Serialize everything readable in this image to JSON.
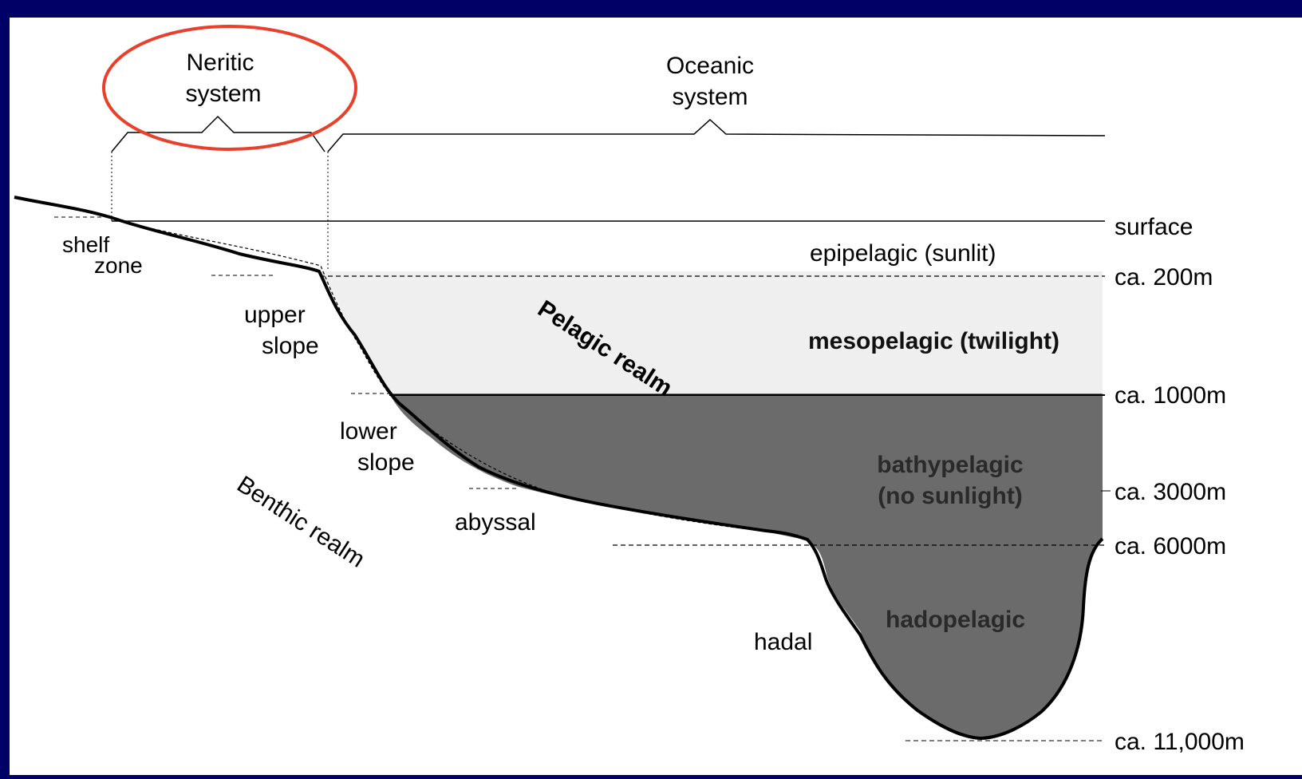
{
  "systems": {
    "neritic_line1": "Neritic",
    "neritic_line2": "system",
    "oceanic_line1": "Oceanic",
    "oceanic_line2": "system"
  },
  "realms": {
    "pelagic": "Pelagic realm",
    "benthic": "Benthic realm"
  },
  "zones": {
    "epipelagic": "epipelagic (sunlit)",
    "mesopelagic": "mesopelagic (twilight)",
    "bathypelagic_line1": "bathypelagic",
    "bathypelagic_line2": "(no sunlight)",
    "hadopelagic": "hadopelagic"
  },
  "benthic_zones": {
    "shelf_line1": "shelf",
    "shelf_line2": "zone",
    "upper_slope_line1": "upper",
    "upper_slope_line2": "slope",
    "lower_slope_line1": "lower",
    "lower_slope_line2": "slope",
    "abyssal": "abyssal",
    "hadal": "hadal"
  },
  "depths": {
    "surface": "surface",
    "d200": "ca. 200m",
    "d1000": "ca. 1000m",
    "d3000": "ca. 3000m",
    "d6000": "ca. 6000m",
    "d11000": "ca. 11,000m"
  },
  "colors": {
    "background": "#000066",
    "highlight_circle": "#e8402a",
    "mesopelagic_fill": "#efefef",
    "deep_fill": "#6b6b6b"
  }
}
